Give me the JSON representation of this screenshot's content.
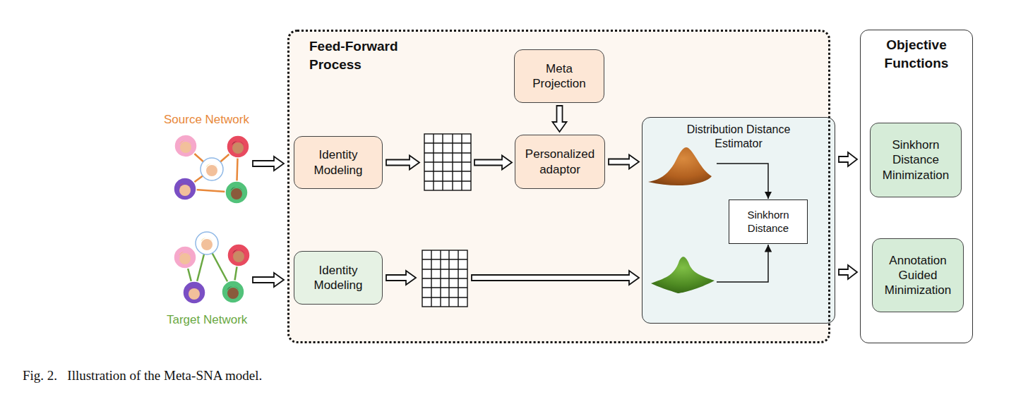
{
  "diagram": {
    "caption": "Fig. 2.   Illustration of the Meta-SNA model.",
    "nodes": [
      {
        "text": [
          "Feed-Forward Process"
        ]
      },
      {
        "text": [
          "Identity Modeling"
        ],
        "in": 0
      },
      {
        "text": [
          "Meta Projection"
        ],
        "in": 0
      },
      {
        "text": [
          "Personalized adaptor"
        ],
        "in": 0
      },
      {
        "text": [
          "Distribution Distance Estimator"
        ],
        "in": 0
      },
      {
        "text": [
          "Sinkhorn Distance"
        ],
        "in": 4
      },
      {
        "text": [
          "Identity Modeling"
        ],
        "in": 0
      },
      {
        "text": [
          "Objective Functions"
        ]
      },
      {
        "text": [
          "Sinkhorn Distance Minimization"
        ],
        "in": 7
      },
      {
        "text": [
          "Annotation Guided Minimization"
        ],
        "in": 7
      }
    ],
    "edges": [
      {
        "from": 1,
        "to": 3,
        "arrow": "to"
      },
      {
        "from": 2,
        "to": 3,
        "arrow": "to"
      },
      {
        "from": 3,
        "to": 4,
        "arrow": "to"
      },
      {
        "from": 6,
        "to": 4,
        "arrow": "to"
      },
      {
        "from": 4,
        "to": 7,
        "arrow": "to"
      },
      {
        "from": 4,
        "to": 7,
        "arrow": "to"
      }
    ],
    "labels": [
      "Source Network",
      "Target Network"
    ]
  }
}
